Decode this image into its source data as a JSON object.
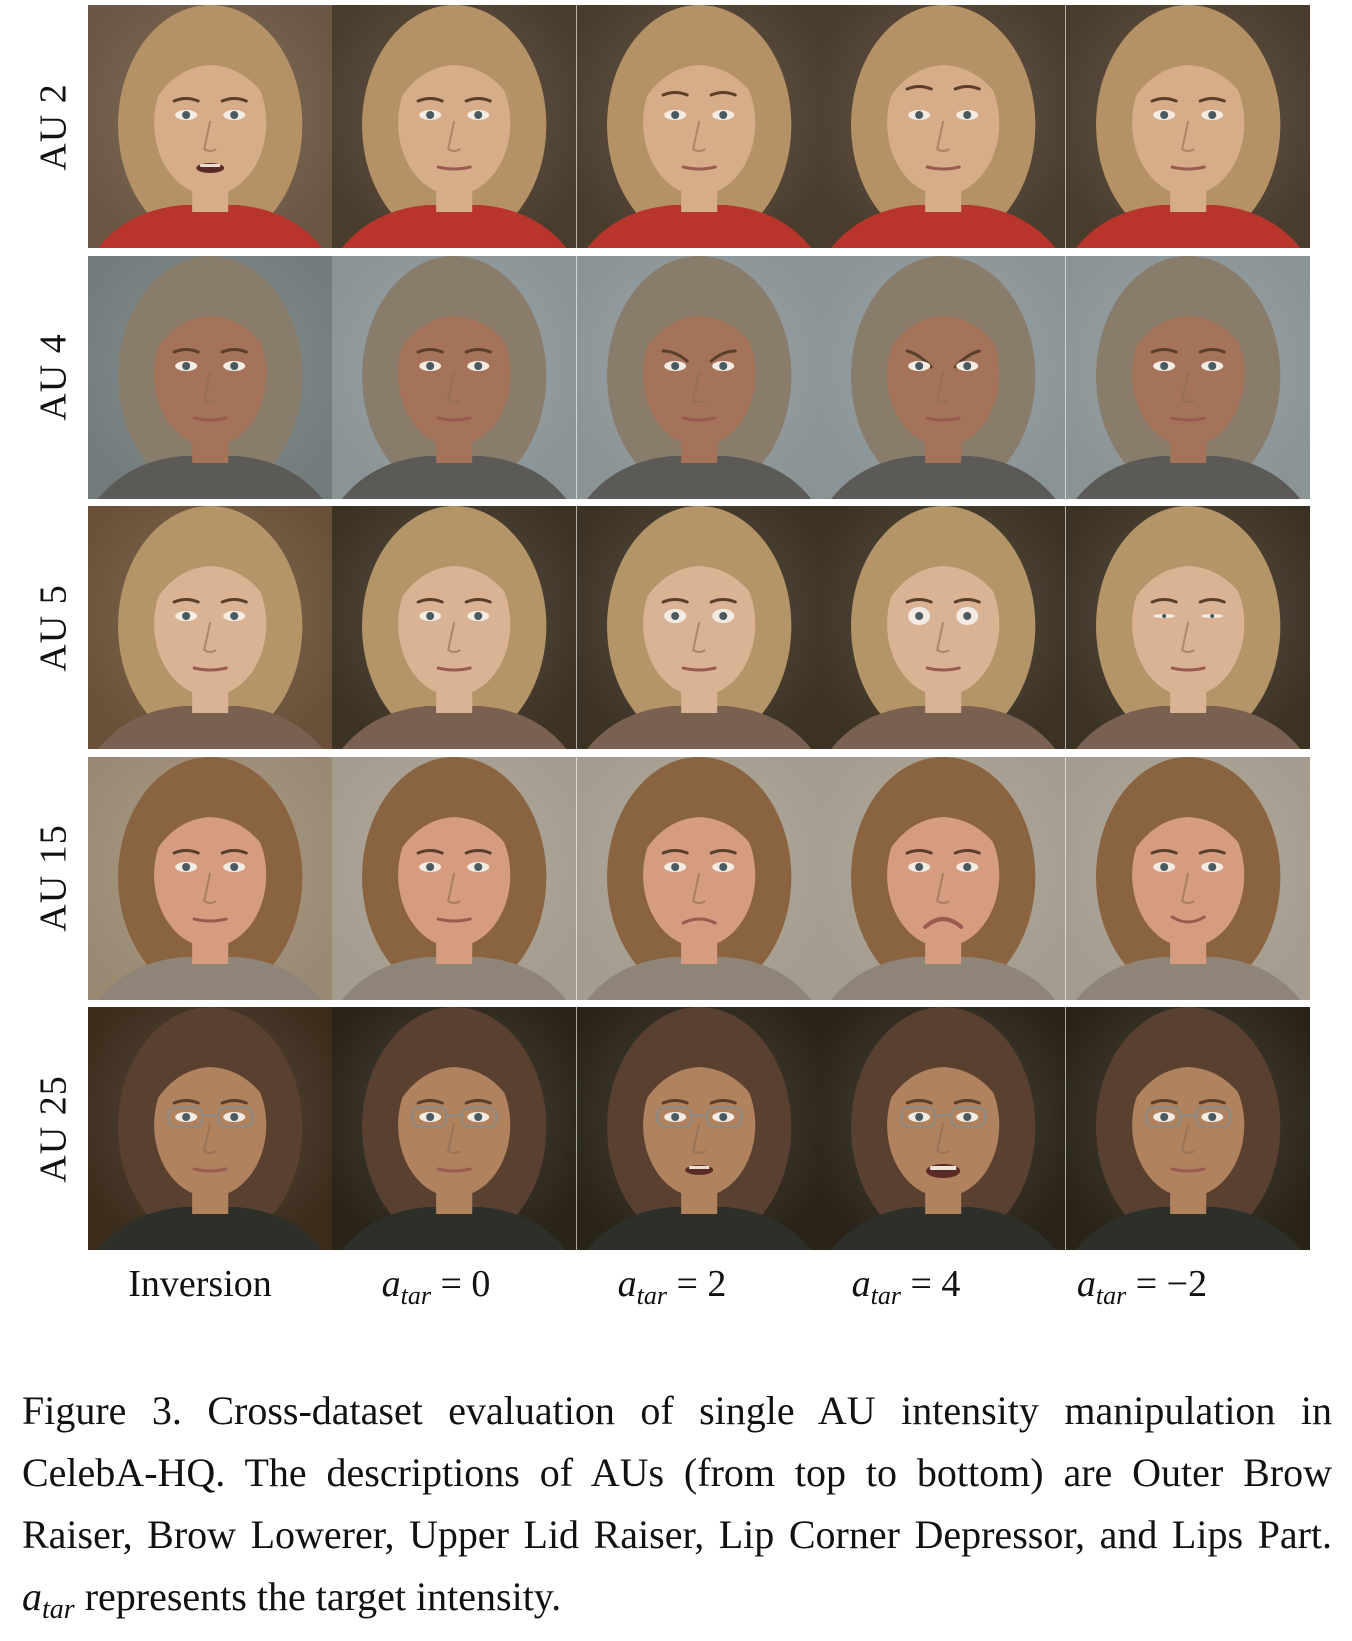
{
  "figure": {
    "row_labels": [
      "AU 2",
      "AU 4",
      "AU 5",
      "AU 15",
      "AU 25"
    ],
    "columns": [
      {
        "id": "inversion",
        "label": "Inversion"
      },
      {
        "id": "atar0",
        "symbol": "a",
        "subscript": "tar",
        "value": "= 0"
      },
      {
        "id": "atar2",
        "symbol": "a",
        "subscript": "tar",
        "value": "= 2"
      },
      {
        "id": "atar4",
        "symbol": "a",
        "subscript": "tar",
        "value": "= 4"
      },
      {
        "id": "atarm2",
        "symbol": "a",
        "subscript": "tar",
        "value": "= −2"
      }
    ],
    "rows": [
      {
        "hair": "#b59266",
        "bg_inv": "#6a5642",
        "bg_gen": "#4a3c2d",
        "skin": "#d6ad88",
        "cloth": "#b8352c"
      },
      {
        "hair": "#8a7c6a",
        "bg_inv": "#727c7c",
        "bg_gen": "#8a9496",
        "skin": "#a5735a",
        "cloth": "#5c5a56"
      },
      {
        "hair": "#b49568",
        "bg_inv": "#6a5038",
        "bg_gen": "#3c3224",
        "skin": "#dab394",
        "cloth": "#7a6050"
      },
      {
        "hair": "#8a6340",
        "bg_inv": "#9a8a72",
        "bg_gen": "#a49c8e",
        "skin": "#d69c80",
        "cloth": "#8e8478"
      },
      {
        "hair": "#5a4030",
        "bg_inv": "#3c2c1c",
        "bg_gen": "#2a2418",
        "skin": "#b0825e",
        "cloth": "#2c3028"
      }
    ]
  },
  "caption": {
    "prefix": "Figure 3. Cross-dataset evaluation of single AU intensity manipulation in CelebA-HQ. The descriptions of AUs (from top to bottom) are Outer Brow Raiser, Brow Lowerer, Upper Lid Raiser, Lip Corner Depressor, and Lips Part.",
    "symbol": "a",
    "subscript": "tar",
    "suffix": "represents the target intensity."
  }
}
